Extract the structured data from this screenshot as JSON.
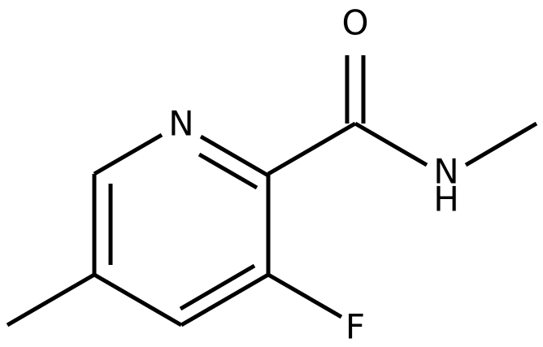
{
  "molecule": {
    "atoms": {
      "nitrogen_ring": "N",
      "oxygen": "O",
      "fluorine": "F",
      "amide_n": "N",
      "amide_h": "H"
    },
    "colors": {
      "bond": "#000000",
      "label": "#000000",
      "background": "#ffffff"
    }
  }
}
